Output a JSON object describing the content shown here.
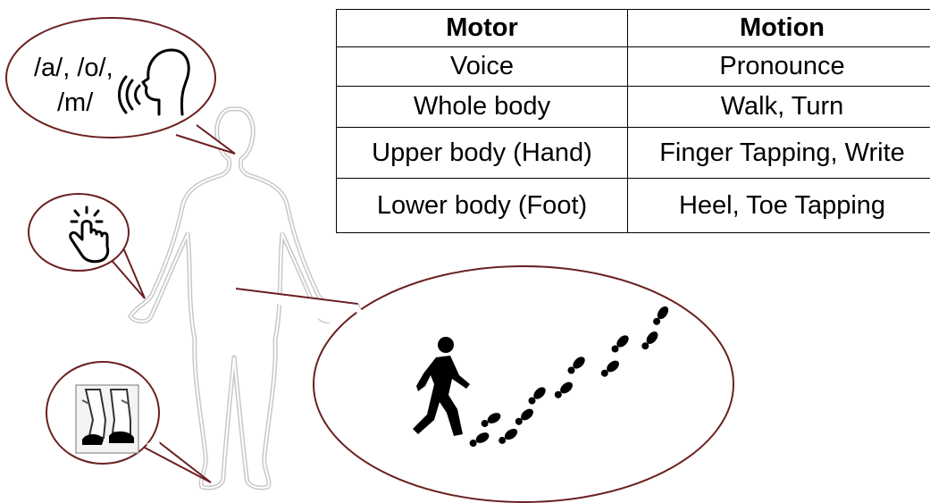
{
  "voice_bubble": {
    "line1": "/a/, /o/,",
    "line2": "/m/"
  },
  "table": {
    "headers": [
      "Motor",
      "Motion"
    ],
    "rows": [
      [
        "Voice",
        "Pronounce"
      ],
      [
        "Whole body",
        "Walk, Turn"
      ],
      [
        "Upper body (Hand)",
        "Finger Tapping, Write"
      ],
      [
        "Lower body (Foot)",
        "Heel, Toe Tapping"
      ]
    ]
  },
  "icons": [
    "speaking-head-icon",
    "tapping-finger-icon",
    "feet-tapping-icon",
    "walking-person-icon",
    "footprints-icon"
  ],
  "colors": {
    "bubble_border": "#6b2020",
    "body_outline": "#bdbdbd",
    "icon": "#000000"
  }
}
